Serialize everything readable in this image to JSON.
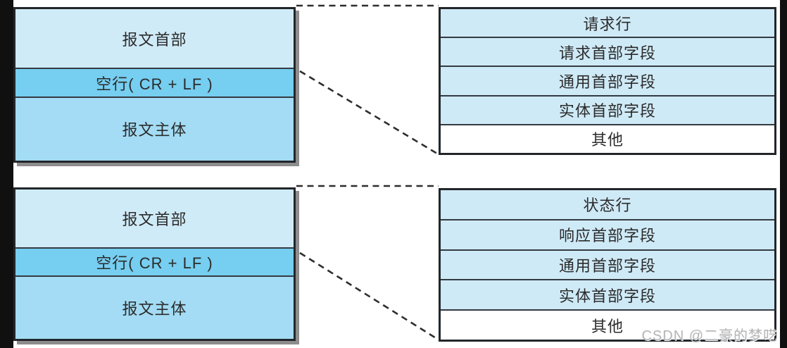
{
  "diagrams": [
    {
      "id": "request",
      "message_box": {
        "rows": [
          {
            "label": "报文首部"
          },
          {
            "label": "空行( CR + LF )"
          },
          {
            "label": "报文主体"
          }
        ]
      },
      "detail_box": {
        "rows": [
          {
            "label": "请求行"
          },
          {
            "label": "请求首部字段"
          },
          {
            "label": "通用首部字段"
          },
          {
            "label": "实体首部字段"
          },
          {
            "label": "其他"
          }
        ]
      }
    },
    {
      "id": "response",
      "message_box": {
        "rows": [
          {
            "label": "报文首部"
          },
          {
            "label": "空行( CR + LF )"
          },
          {
            "label": "报文主体"
          }
        ]
      },
      "detail_box": {
        "rows": [
          {
            "label": "状态行"
          },
          {
            "label": "响应首部字段"
          },
          {
            "label": "通用首部字段"
          },
          {
            "label": "实体首部字段"
          },
          {
            "label": "其他"
          }
        ]
      }
    }
  ],
  "watermark": "CSDN @二豪的梦呓",
  "colors": {
    "page_background": "#ffffff",
    "side_bar": "#101010",
    "box_border": "#22262a",
    "row_separator": "#333a42",
    "message_header_bg": "#d0ebf8",
    "blank_line_bg": "#76cef0",
    "message_body_bg": "#a3dcf4",
    "detail_row_bg": "#cfeaf7",
    "others_row_bg": "#ffffff",
    "box_shadow": "#8d8d8d",
    "text": "#2b2b2b",
    "dashed_line": "#2e2e2e",
    "watermark_text": "#b5b5b5"
  }
}
